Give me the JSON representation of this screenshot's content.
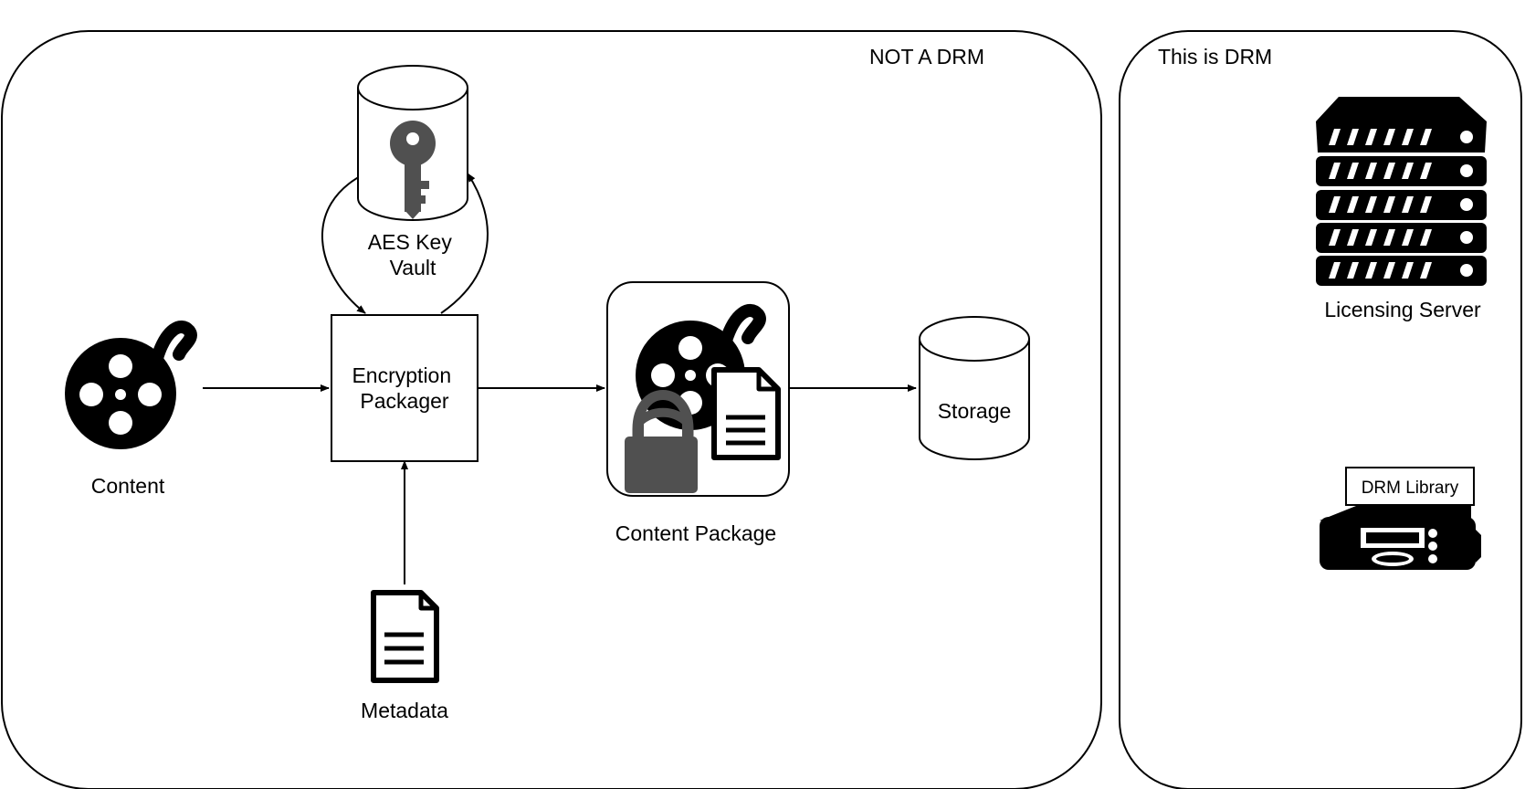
{
  "groups": {
    "not_drm": {
      "title": "NOT A DRM"
    },
    "drm": {
      "title": "This is DRM"
    }
  },
  "nodes": {
    "content": {
      "label": "Content",
      "icon": "film-reel-icon"
    },
    "key_vault": {
      "label_lines": [
        "AES Key",
        "Vault"
      ],
      "icon": "key-icon"
    },
    "packager": {
      "label_lines": [
        "Encryption",
        "Packager"
      ]
    },
    "content_package": {
      "label": "Content Package",
      "icons": [
        "film-reel-icon",
        "padlock-icon",
        "document-icon"
      ]
    },
    "storage": {
      "label": "Storage"
    },
    "metadata": {
      "label": "Metadata",
      "icon": "document-icon"
    },
    "licensing_server": {
      "label": "Licensing Server",
      "icon": "server-rack-icon"
    },
    "drm_library": {
      "label": "DRM Library",
      "icon": "media-player-icon"
    }
  },
  "edges": [
    {
      "from": "content",
      "to": "packager"
    },
    {
      "from": "packager",
      "to": "key_vault"
    },
    {
      "from": "key_vault",
      "to": "packager"
    },
    {
      "from": "metadata",
      "to": "packager"
    },
    {
      "from": "packager",
      "to": "content_package"
    },
    {
      "from": "content_package",
      "to": "storage"
    }
  ],
  "colors": {
    "line": "#000000",
    "icon_dark": "#000000",
    "icon_gray": "#505050"
  }
}
